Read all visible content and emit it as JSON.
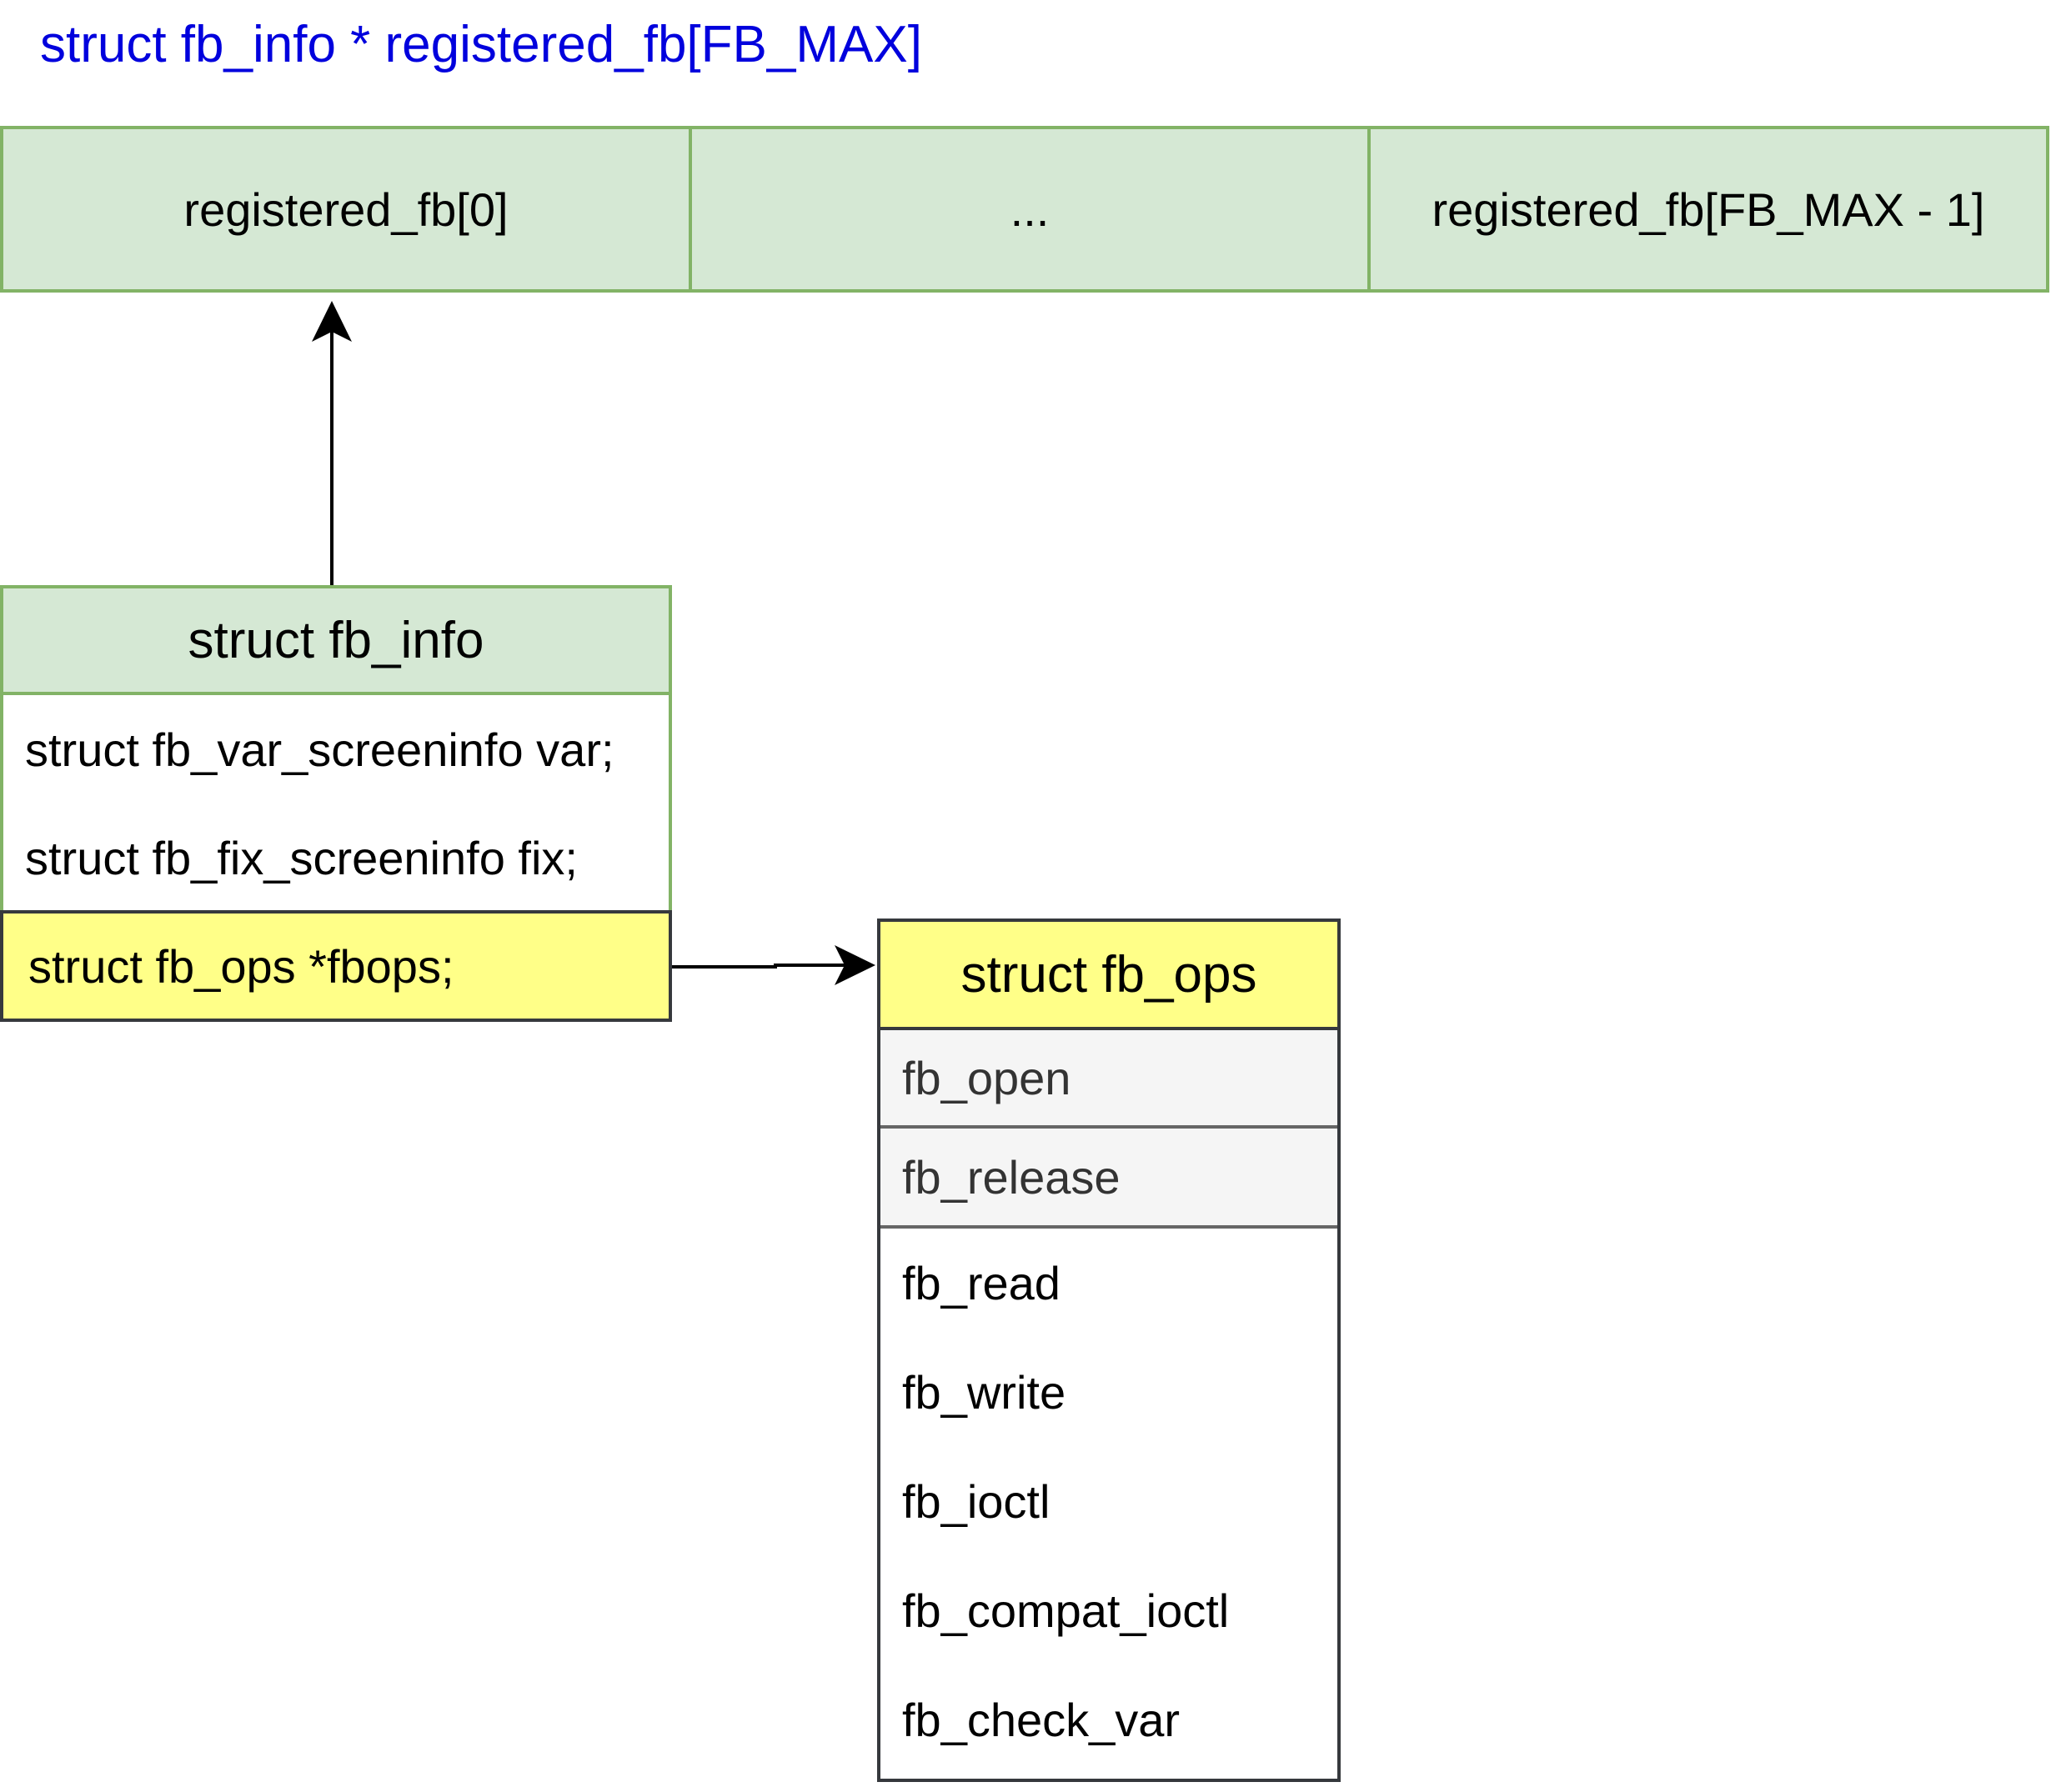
{
  "title": "struct fb_info * registered_fb[FB_MAX]",
  "array": {
    "cells": [
      "registered_fb[0]",
      "...",
      "registered_fb[FB_MAX - 1]"
    ]
  },
  "fb_info": {
    "header": "struct fb_info",
    "fields": [
      "struct fb_var_screeninfo var;",
      "struct fb_fix_screeninfo fix;"
    ],
    "highlighted_field": "struct fb_ops *fbops;"
  },
  "fb_ops": {
    "header": "struct fb_ops",
    "gray_items": [
      "fb_open",
      "fb_release"
    ],
    "items": [
      "fb_read",
      "fb_write",
      "fb_ioctl",
      "fb_compat_ioctl",
      "fb_check_var"
    ]
  },
  "colors": {
    "title_text": "#0000dd",
    "green_fill": "#d5e8d4",
    "green_border": "#82b366",
    "yellow_fill": "#ffff88",
    "gray_fill": "#f5f5f5",
    "dark_border": "#36393d"
  }
}
